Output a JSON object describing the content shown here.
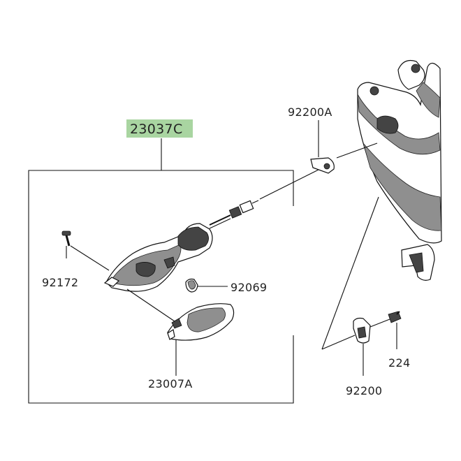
{
  "diagram": {
    "assembly_label": "23037C",
    "highlight_color": "#a9d5a1",
    "parts": {
      "screw": "92172",
      "bulb": "92069",
      "lens": "23007A",
      "clip_upper": "92200A",
      "clip_lower": "92200",
      "bolt": "224"
    }
  }
}
